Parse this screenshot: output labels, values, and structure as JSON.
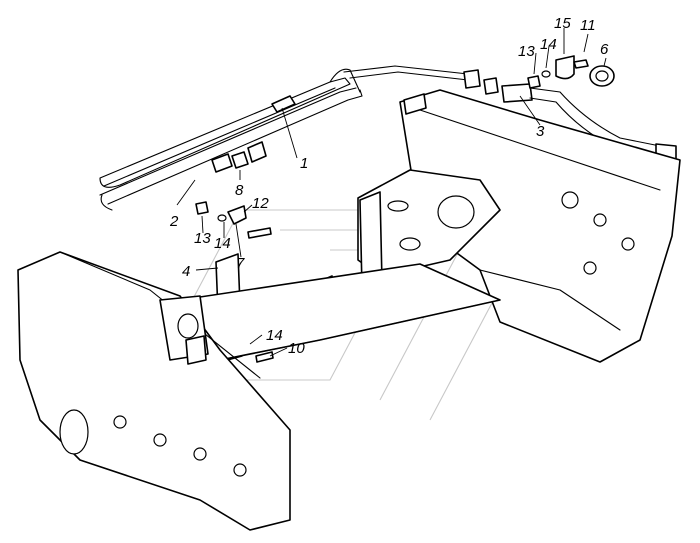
{
  "diagram": {
    "callouts": [
      {
        "id": "c1",
        "text": "1"
      },
      {
        "id": "c2",
        "text": "2"
      },
      {
        "id": "c3",
        "text": "3"
      },
      {
        "id": "c4",
        "text": "4"
      },
      {
        "id": "c6",
        "text": "6"
      },
      {
        "id": "c7",
        "text": "7"
      },
      {
        "id": "c8",
        "text": "8"
      },
      {
        "id": "c10",
        "text": "10"
      },
      {
        "id": "c11",
        "text": "11"
      },
      {
        "id": "c12",
        "text": "12"
      },
      {
        "id": "c13a",
        "text": "13"
      },
      {
        "id": "c13b",
        "text": "13"
      },
      {
        "id": "c14a",
        "text": "14"
      },
      {
        "id": "c14b",
        "text": "14"
      },
      {
        "id": "c14c",
        "text": "14"
      },
      {
        "id": "c15",
        "text": "15"
      }
    ]
  }
}
